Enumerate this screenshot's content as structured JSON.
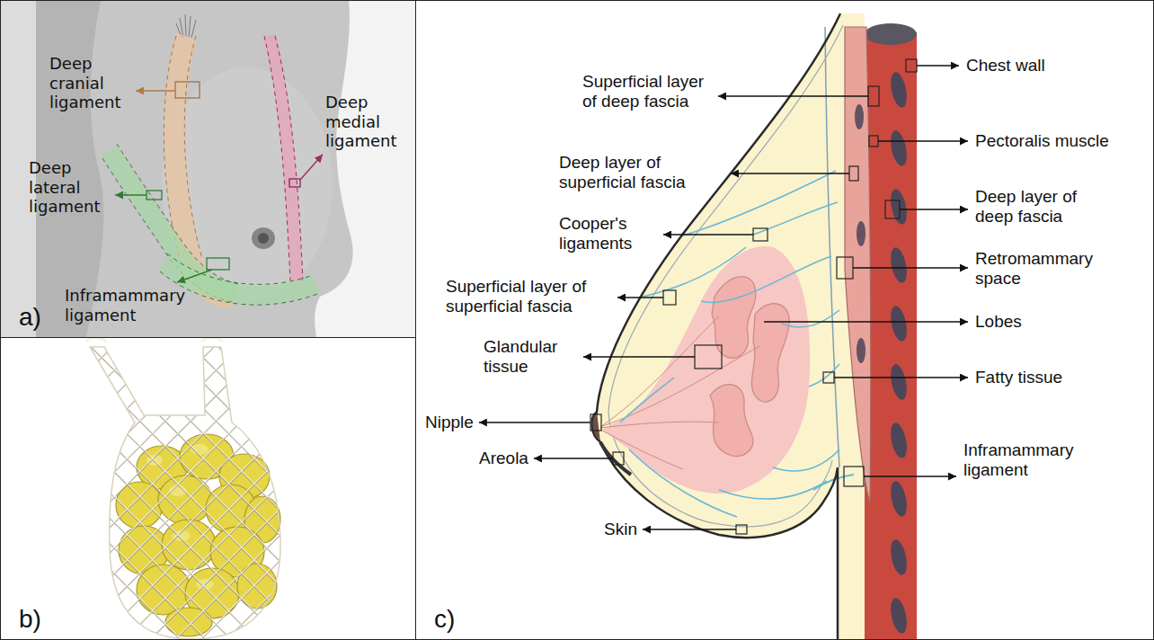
{
  "diagram": {
    "nodes": [
      {
        "text": [
          "a)"
        ]
      },
      {
        "text": [
          "b)"
        ]
      },
      {
        "text": [
          "c)"
        ]
      }
    ],
    "labels": [
      "Deep cranial ligament",
      "Deep medial ligament",
      "Deep lateral ligament",
      "Inframammary ligament",
      "Superficial layer of deep fascia",
      "Deep layer of superficial fascia",
      "Cooper's ligaments",
      "Superficial layer of superficial fascia",
      "Glandular tissue",
      "Nipple",
      "Areola",
      "Skin",
      "Chest wall",
      "Pectoralis muscle",
      "Deep layer of deep fascia",
      "Retromammary space",
      "Lobes",
      "Fatty tissue",
      "Inframammary ligament"
    ]
  }
}
